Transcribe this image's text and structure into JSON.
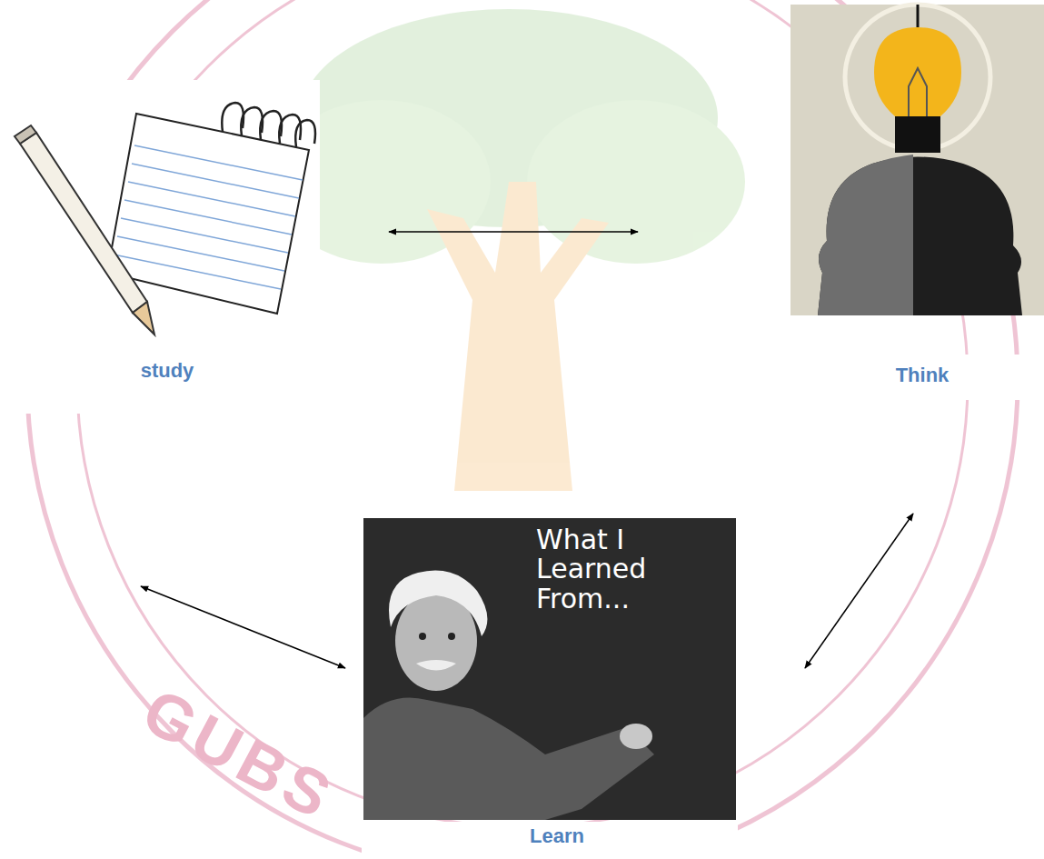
{
  "diagram": {
    "nodes": [
      {
        "text": [
          "study"
        ]
      },
      {
        "text": [
          "Think"
        ]
      },
      {
        "text": [
          "Learn"
        ]
      }
    ],
    "edges": [
      {
        "from": 0,
        "to": 1,
        "arrow": "both"
      },
      {
        "from": 0,
        "to": 2,
        "arrow": "both"
      },
      {
        "from": 1,
        "to": 2,
        "arrow": "both"
      }
    ],
    "labels": [
      "What I Learned From...",
      "GUBS"
    ]
  }
}
